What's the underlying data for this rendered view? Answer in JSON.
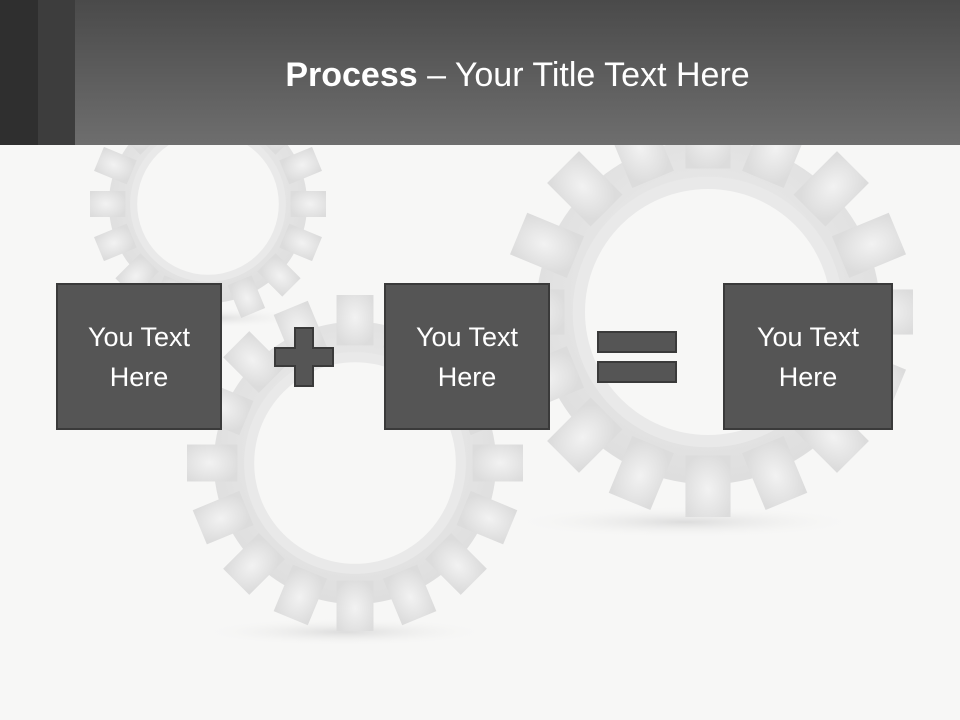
{
  "header": {
    "title_strong": "Process",
    "title_rest": " – Your Title Text Here"
  },
  "boxes": [
    {
      "text": "You Text Here"
    },
    {
      "text": "You Text Here"
    },
    {
      "text": "You Text Here"
    }
  ],
  "colors": {
    "header_bg": "#5e5e5e",
    "box_fill": "#555555",
    "box_border": "#3a3a3a",
    "gear_fill": "#e6e6e6",
    "background": "#f7f7f6"
  },
  "icons": {
    "operator_1": "plus-icon",
    "operator_2": "equals-icon",
    "background": "gear-icon"
  }
}
